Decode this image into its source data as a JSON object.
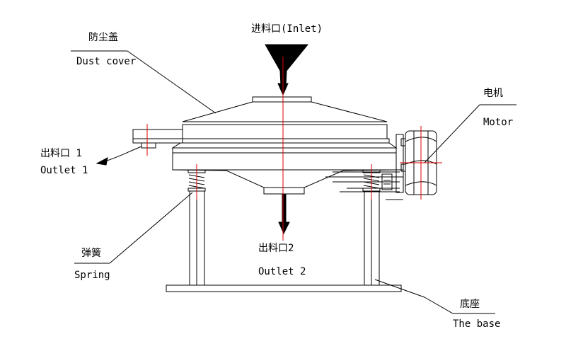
{
  "labels": {
    "inlet": "进料口(Inlet)",
    "dust_cover_cn": "防尘盖",
    "dust_cover_en": "Dust cover",
    "motor_cn": "电机",
    "motor_en": "Motor",
    "outlet1_cn": "出料口 1",
    "outlet1_en": "Outlet 1",
    "outlet2_cn": "出料口2",
    "outlet2_en": "Outlet 2",
    "spring_cn": "弹簧",
    "spring_en": "Spring",
    "base_cn": "底座",
    "base_en": "The base"
  },
  "colors": {
    "line": "#000000",
    "centerline": "#e00000",
    "background": "#ffffff"
  }
}
